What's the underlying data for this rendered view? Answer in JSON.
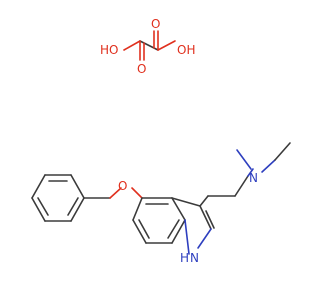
{
  "colors": {
    "bond": "#3b3b3b",
    "oxygen": "#e0301e",
    "nitrogen": "#2e3fbf",
    "background": "#ffffff"
  },
  "labels": {
    "oxalic_oh_left": "HO",
    "oxalic_oh_right": "OH",
    "oxalic_o_bottom_left": "O",
    "oxalic_o_top_right": "O",
    "amine_n": "N",
    "ether_o": "O",
    "indole_nh": "H"
  },
  "indole_n_label": "N"
}
